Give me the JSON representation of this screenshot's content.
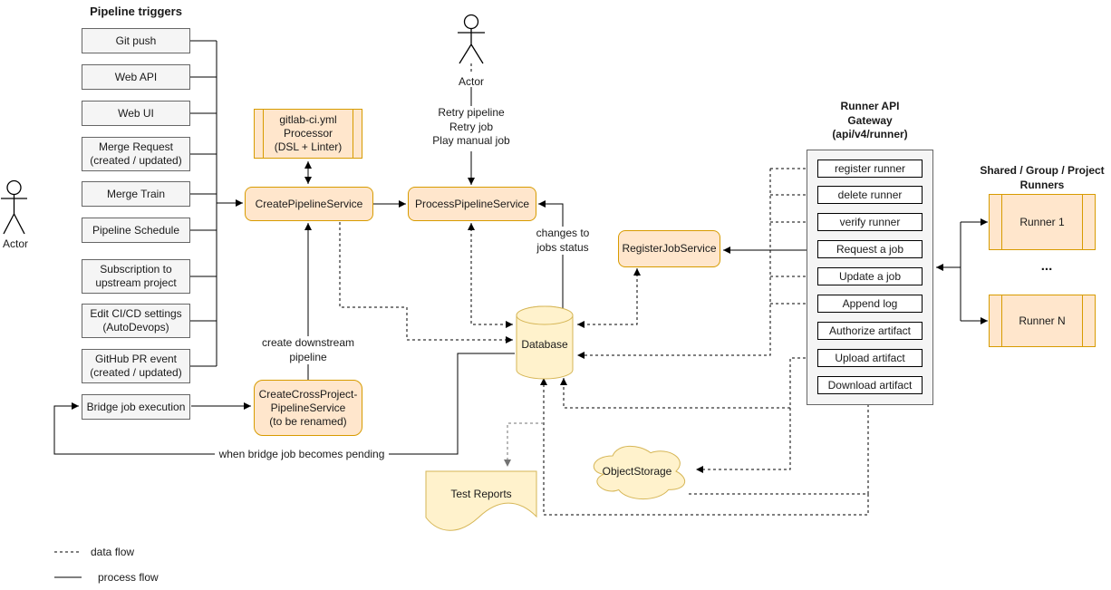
{
  "triggers": {
    "header": "Pipeline triggers",
    "items": [
      "Git push",
      "Web API",
      "Web UI",
      "Merge Request\n(created / updated)",
      "Merge Train",
      "Pipeline Schedule",
      "Subscription to\nupstream project",
      "Edit CI/CD settings\n(AutoDevops)",
      "GitHub PR event\n(created / updated)"
    ],
    "bridge": "Bridge job execution"
  },
  "actors": {
    "left": "Actor",
    "top": "Actor"
  },
  "services": {
    "processor": "gitlab-ci.yml\nProcessor\n(DSL + Linter)",
    "create_pipeline": "CreatePipelineService",
    "process_pipeline": "ProcessPipelineService",
    "register_job": "RegisterJobService",
    "create_cross_project": "CreateCrossProject-\nPipelineService\n(to be renamed)"
  },
  "datastores": {
    "database": "Database",
    "test_reports": "Test Reports",
    "object_storage": "ObjectStorage"
  },
  "gateway": {
    "header": "Runner API\nGateway\n(api/v4/runner)",
    "endpoints": [
      "register runner",
      "delete runner",
      "verify runner",
      "Request a job",
      "Update a job",
      "Append log",
      "Authorize artifact",
      "Upload artifact",
      "Download artifact"
    ]
  },
  "runners": {
    "header": "Shared / Group / Project\nRunners",
    "runner1": "Runner 1",
    "ellipsis": "...",
    "runnerN": "Runner N"
  },
  "edge_labels": {
    "retry": "Retry pipeline\nRetry job\nPlay manual job",
    "changes": "changes to\njobs status",
    "create_downstream": "create downstream\npipeline",
    "when_bridge": "when bridge job becomes pending"
  },
  "legend": {
    "data_flow": "data flow",
    "process_flow": "process flow"
  },
  "colors": {
    "service_fill": "#ffe6cc",
    "service_border": "#d79b00",
    "store_fill": "#fff2cc",
    "store_border": "#d6b656",
    "trigger_fill": "#f5f5f5",
    "trigger_border": "#666666",
    "line": "#000000"
  }
}
